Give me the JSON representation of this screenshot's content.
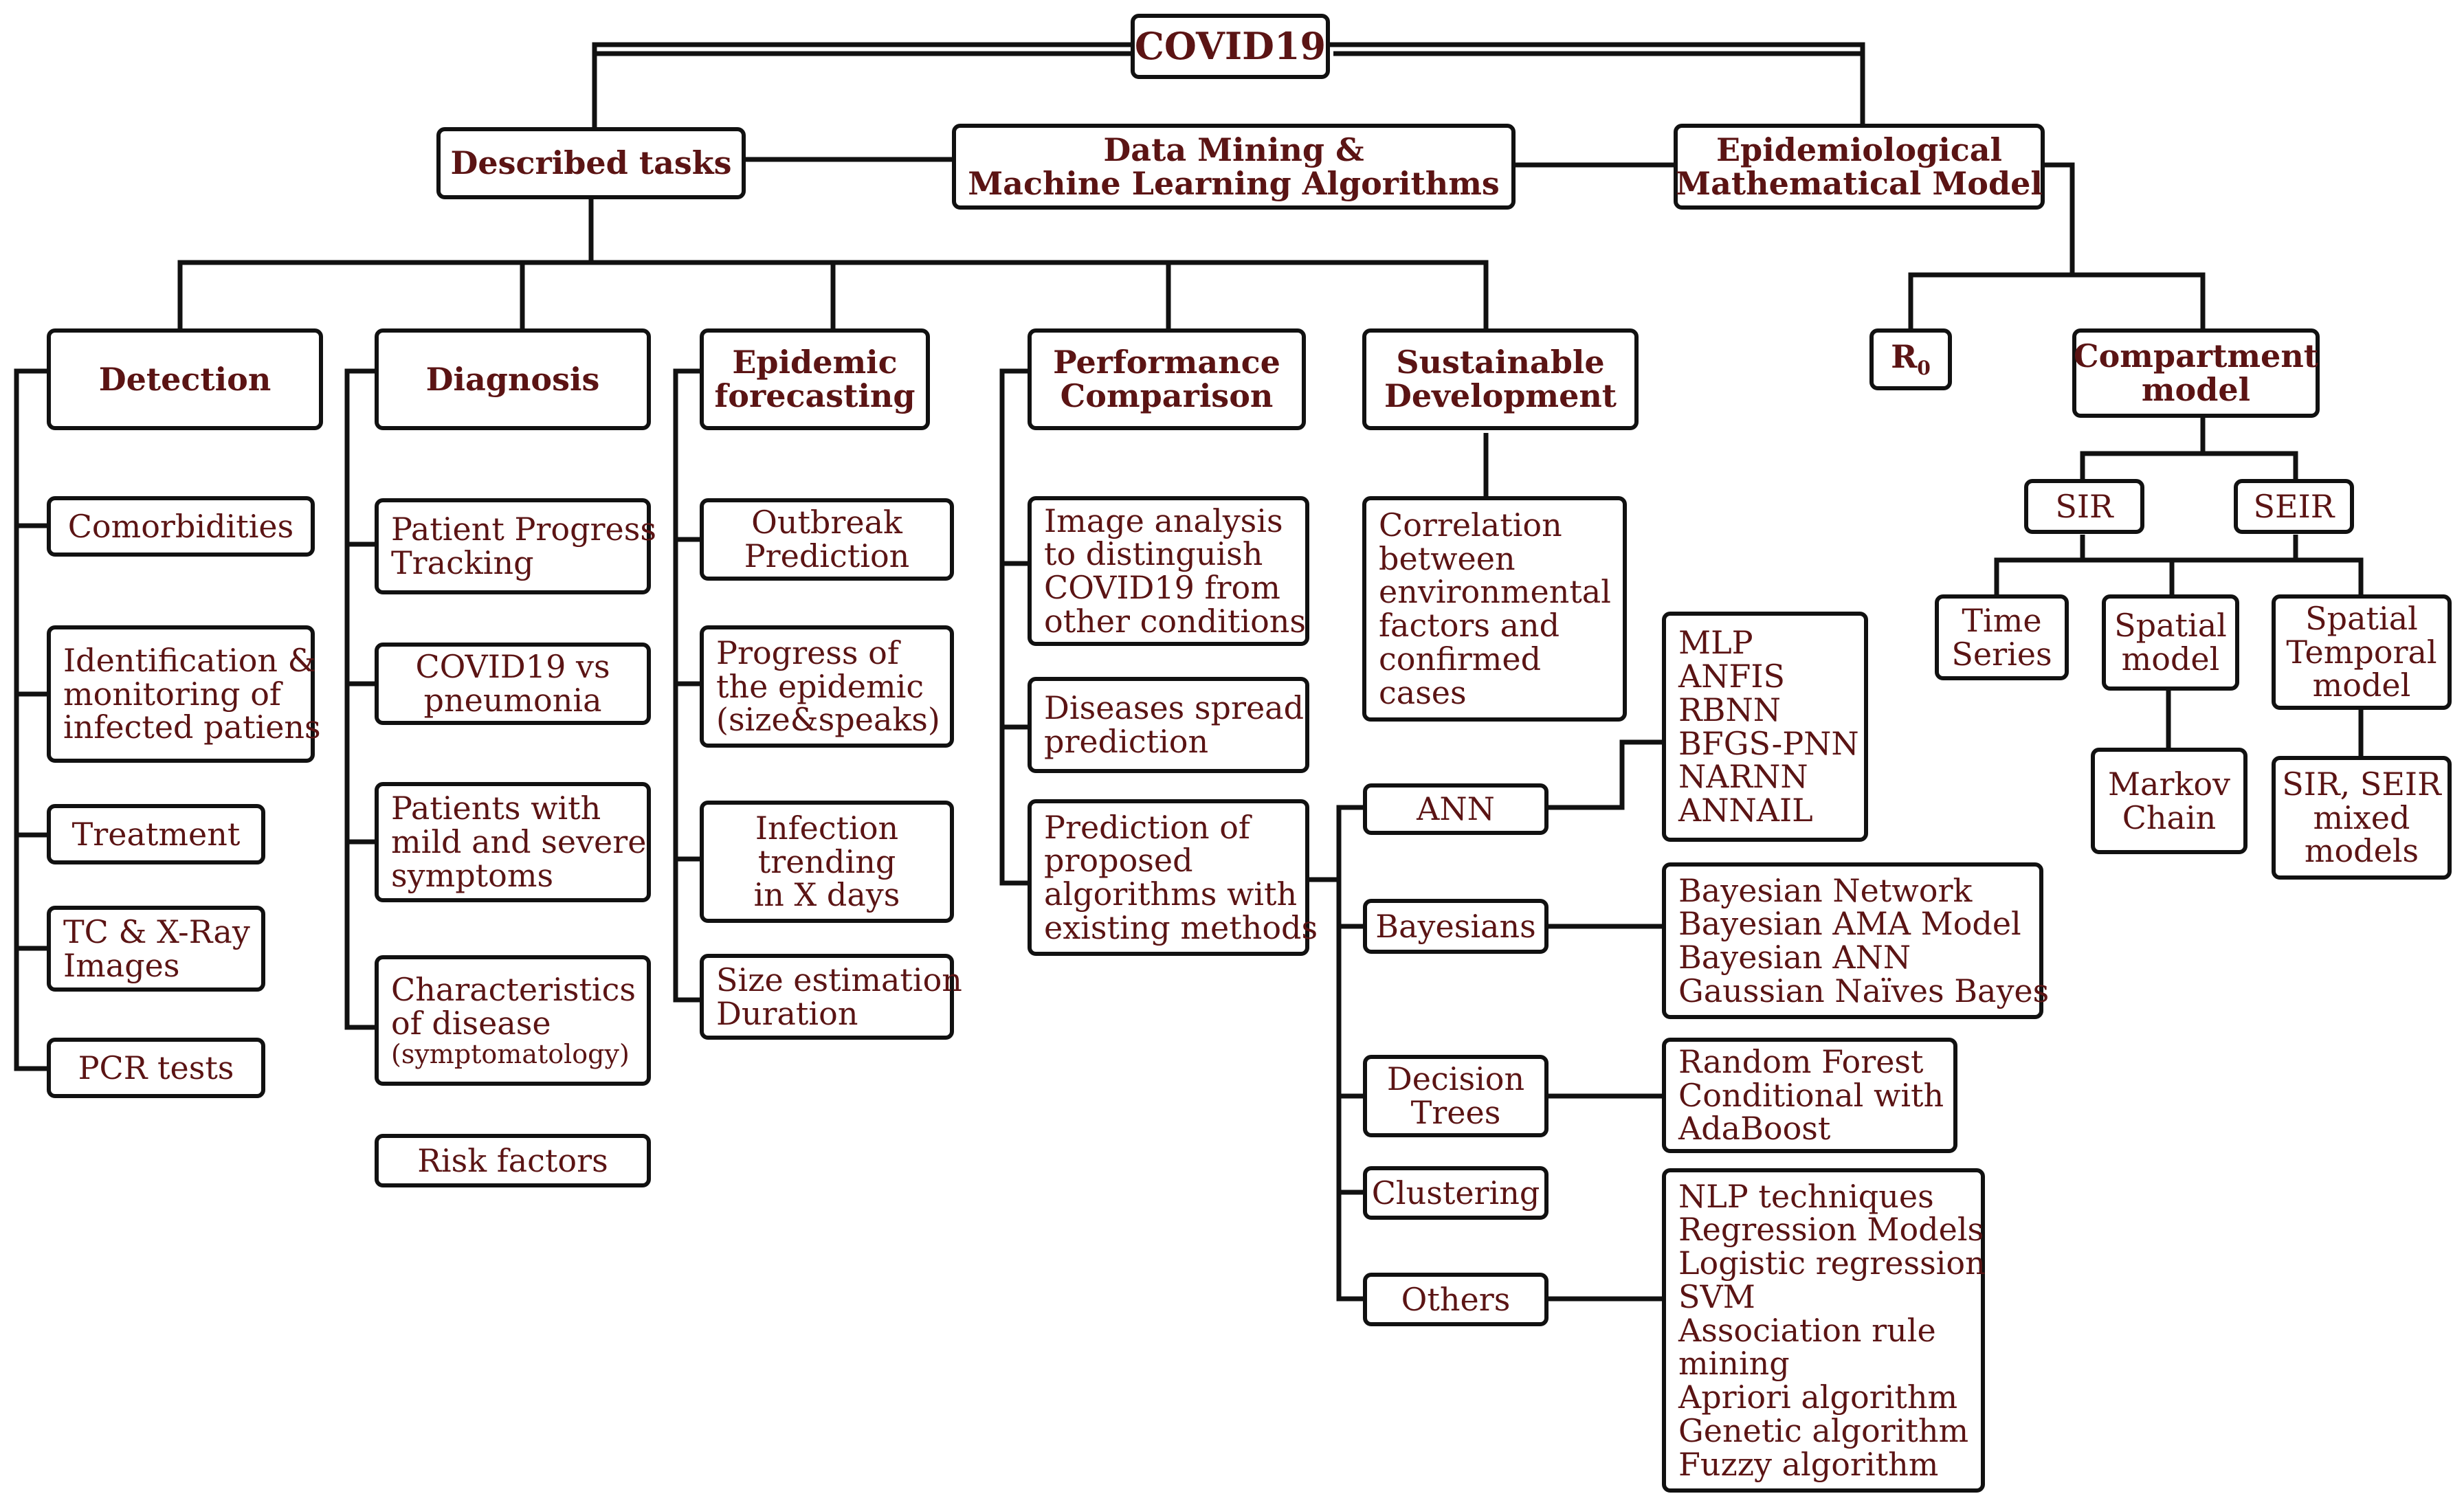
{
  "root": "COVID19",
  "level1": {
    "described_tasks": "Described tasks",
    "dm_ml": [
      "Data Mining &",
      "Machine Learning Algorithms"
    ],
    "epi_model": [
      "Epidemiological",
      "Mathematical Model"
    ]
  },
  "tasks": {
    "detection": {
      "title": "Detection",
      "items": [
        [
          "Comorbidities"
        ],
        [
          "Identification &",
          "monitoring of",
          "infected patiens"
        ],
        [
          "Treatment"
        ],
        [
          "TC & X-Ray",
          "Images"
        ],
        [
          "PCR tests"
        ]
      ]
    },
    "diagnosis": {
      "title": "Diagnosis",
      "items": [
        [
          "Patient Progress",
          "Tracking"
        ],
        [
          "COVID19 vs",
          "pneumonia"
        ],
        [
          "Patients with",
          "mild and severe",
          "symptoms"
        ],
        [
          "Characteristics",
          "of disease"
        ],
        [
          "Risk factors"
        ]
      ],
      "characteristics_note": "(symptomatology)"
    },
    "forecasting": {
      "title": [
        "Epidemic",
        "forecasting"
      ],
      "items": [
        [
          "Outbreak",
          "Prediction"
        ],
        [
          "Progress of",
          "the epidemic",
          "(size&speaks)"
        ],
        [
          "Infection",
          "trending",
          "in X days"
        ],
        [
          "Size estimation",
          "Duration"
        ]
      ]
    },
    "performance": {
      "title": [
        "Performance",
        "Comparison"
      ],
      "items": [
        [
          "Image analysis",
          "to distinguish",
          "COVID19 from",
          "other conditions"
        ],
        [
          "Diseases spread",
          "prediction"
        ],
        [
          "Prediction of",
          "proposed",
          "algorithms with",
          "existing methods"
        ]
      ]
    },
    "sustainable": {
      "title": [
        "Sustainable",
        "Development"
      ],
      "items": [
        [
          "Correlation",
          "between",
          "environmental",
          "factors and",
          "confirmed",
          "cases"
        ]
      ]
    }
  },
  "algorithms": {
    "ann": {
      "label": "ANN",
      "methods": [
        "MLP",
        "ANFIS",
        "RBNN",
        "BFGS-PNN",
        "NARNN",
        "ANNAIL"
      ]
    },
    "bayesians": {
      "label": "Bayesians",
      "methods": [
        "Bayesian Network",
        "Bayesian AMA Model",
        "Bayesian ANN",
        "Gaussian Naïves Bayes"
      ]
    },
    "trees": {
      "label": [
        "Decision",
        "Trees"
      ],
      "methods": [
        "Random Forest",
        "Conditional with",
        "AdaBoost"
      ]
    },
    "clustering": {
      "label": "Clustering"
    },
    "others": {
      "label": "Others",
      "methods": [
        "NLP techniques",
        "Regression Models",
        "Logistic regression",
        "SVM",
        "Association rule",
        "mining",
        "Apriori algorithm",
        "Genetic algorithm",
        "Fuzzy algorithm"
      ]
    }
  },
  "epidemiology": {
    "r0": {
      "main": "R",
      "sub": "0"
    },
    "compartment": [
      "Compartment",
      "model"
    ],
    "sir": "SIR",
    "seir": "SEIR",
    "time_series": [
      "Time",
      "Series"
    ],
    "spatial": [
      "Spatial",
      "model"
    ],
    "spatial_temporal": [
      "Spatial",
      "Temporal",
      "model"
    ],
    "markov": [
      "Markov",
      "Chain"
    ],
    "mixed": [
      "SIR, SEIR",
      "mixed",
      "models"
    ]
  },
  "colors": {
    "text": "#5b1414",
    "border": "#111111",
    "background": "#ffffff"
  }
}
